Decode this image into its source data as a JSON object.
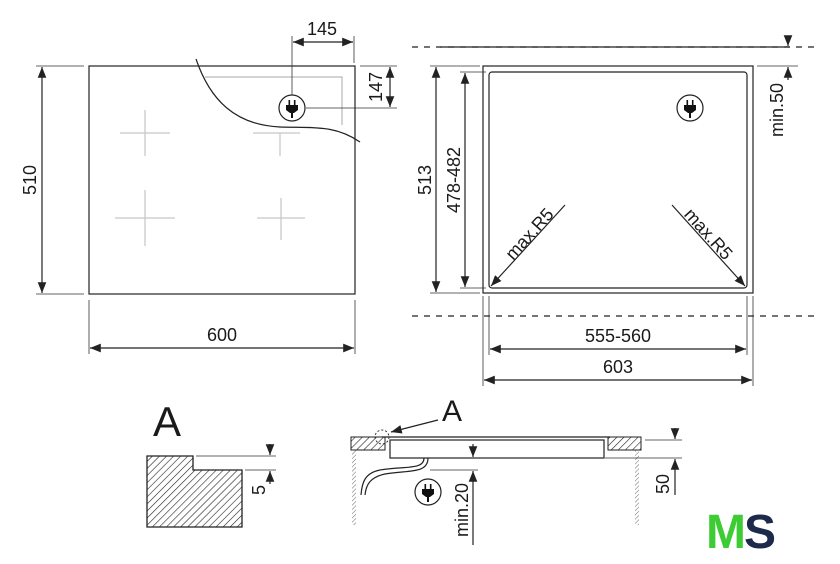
{
  "hob_top_view": {
    "width_label": "600",
    "depth_label": "510",
    "plug_offset_x_label": "145",
    "plug_offset_y_label": "147",
    "icon": "plug-icon"
  },
  "cutout_view": {
    "outer_depth_label": "513",
    "inner_depth_label": "478-482",
    "min_back_label": "min.50",
    "radius_left_label": "max.R5",
    "radius_right_label": "max.R5",
    "inner_width_label": "555-560",
    "outer_width_label": "603",
    "icon": "plug-icon"
  },
  "detail_a": {
    "title": "A",
    "step_label": "5"
  },
  "section_view": {
    "callout_label": "A",
    "gap_label": "min.20",
    "height_label": "50",
    "icon": "plug-icon"
  },
  "logo": {
    "letter_1": "M",
    "letter_2": "S",
    "color_1": "#3dcc33",
    "color_2": "#1e2a4c"
  }
}
